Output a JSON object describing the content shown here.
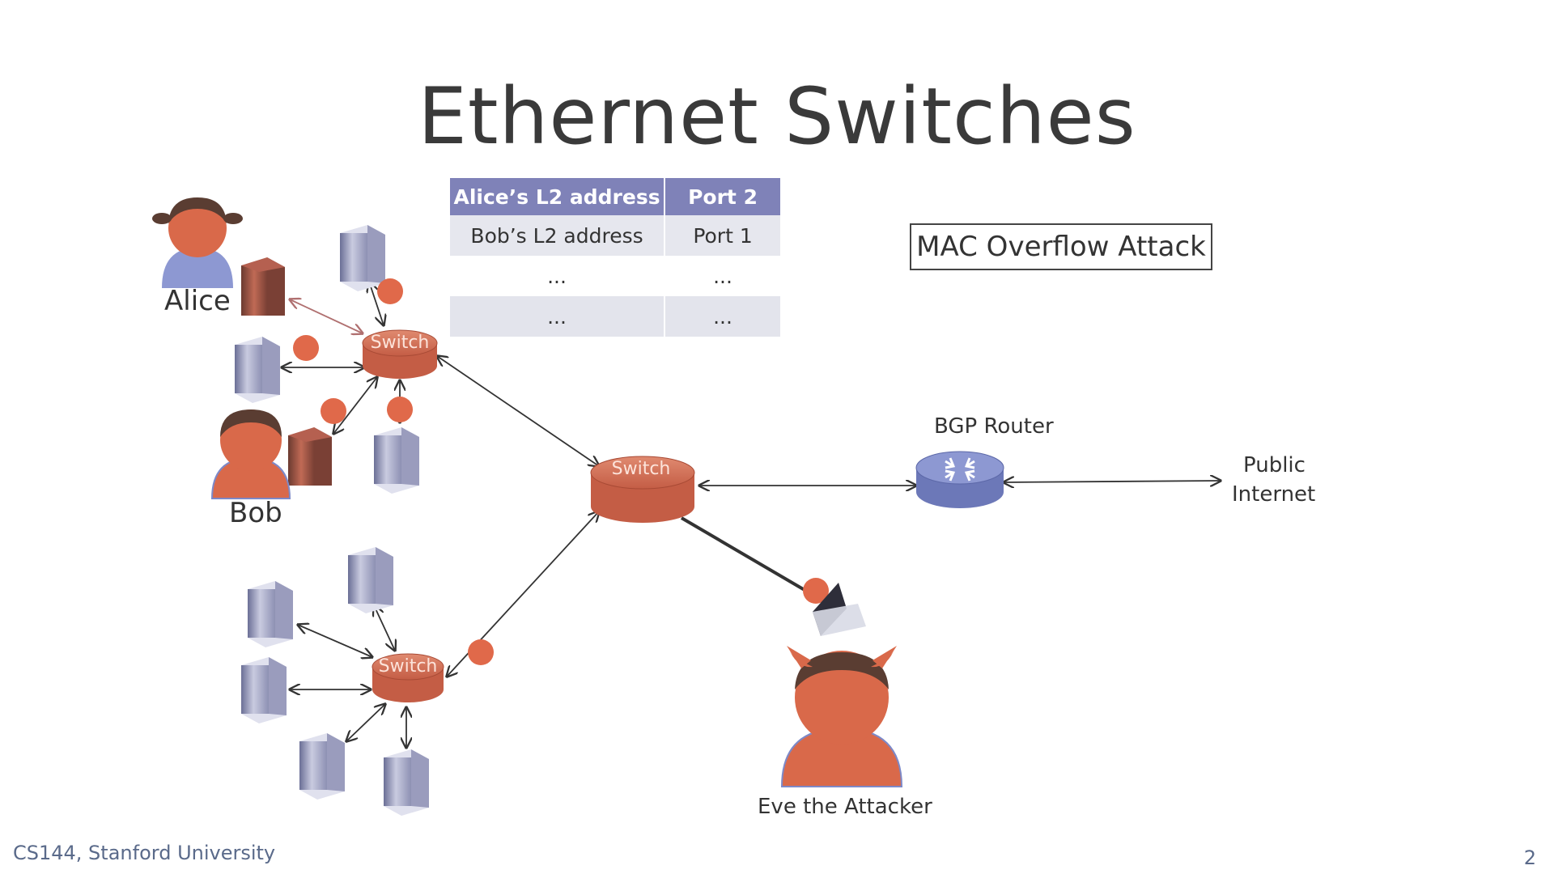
{
  "slide": {
    "title": "Ethernet Switches",
    "footer": "CS144, Stanford University",
    "page_number": "2"
  },
  "mac_table": {
    "header": [
      "Alice’s L2 address",
      "Port 2"
    ],
    "rows": [
      [
        "Bob’s L2 address",
        "Port 1"
      ],
      [
        "...",
        "..."
      ],
      [
        "...",
        "..."
      ]
    ]
  },
  "attack_box": "MAC Overflow Attack",
  "labels": {
    "alice": "Alice",
    "bob": "Bob",
    "eve": "Eve the Attacker",
    "bgp_router": "BGP Router",
    "public_internet_line1": "Public",
    "public_internet_line2": "Internet",
    "switch": "Switch"
  },
  "colors": {
    "person": "#d9694a",
    "switch": "#d4735a",
    "router": "#7d89c8",
    "table_header": "#7f82b8",
    "server": "#8c8ca8"
  }
}
